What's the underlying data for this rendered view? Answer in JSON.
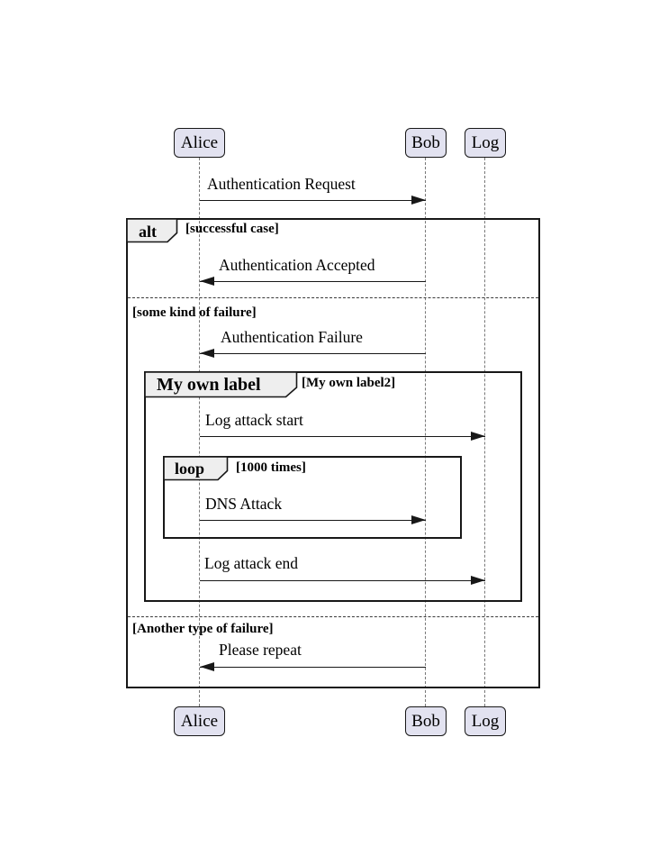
{
  "diagram": {
    "type": "uml-sequence-diagram",
    "colors": {
      "background": "#FFFFFF",
      "participant_fill": "#E2E2F0",
      "frame_header_fill": "#EEEEEE",
      "line_color": "#181818",
      "lifeline_color": "#787878"
    },
    "participants": [
      {
        "name": "Alice"
      },
      {
        "name": "Bob"
      },
      {
        "name": "Log"
      }
    ],
    "messages": [
      {
        "text": "Authentication Request",
        "from": "Alice",
        "to": "Bob",
        "direction": "right"
      },
      {
        "text": "Authentication Accepted",
        "from": "Bob",
        "to": "Alice",
        "direction": "left"
      },
      {
        "text": "Authentication Failure",
        "from": "Bob",
        "to": "Alice",
        "direction": "left"
      },
      {
        "text": "Log attack start",
        "from": "Alice",
        "to": "Log",
        "direction": "right"
      },
      {
        "text": "DNS Attack",
        "from": "Alice",
        "to": "Bob",
        "direction": "right"
      },
      {
        "text": "Log attack end",
        "from": "Alice",
        "to": "Log",
        "direction": "right"
      },
      {
        "text": "Please repeat",
        "from": "Bob",
        "to": "Alice",
        "direction": "left"
      }
    ],
    "frames": {
      "alt": {
        "operator": "alt",
        "branch1_condition": "[successful case]",
        "branch2_condition": "[some kind of failure]",
        "branch3_condition": "[Another type of failure]"
      },
      "group": {
        "operator": "My own label",
        "condition": "[My own label2]"
      },
      "loop": {
        "operator": "loop",
        "condition": "[1000 times]"
      }
    }
  }
}
